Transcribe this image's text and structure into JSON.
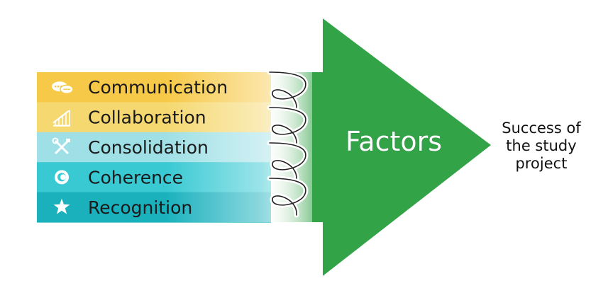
{
  "factors": [
    {
      "label": "Communication",
      "icon": "speech-bubbles-icon",
      "color": "#f7c948"
    },
    {
      "label": "Collaboration",
      "icon": "bridge-icon",
      "color": "#f5d870"
    },
    {
      "label": "Consolidation",
      "icon": "tools-icon",
      "color": "#9fe0e6"
    },
    {
      "label": "Coherence",
      "icon": "circle-target-icon",
      "color": "#38c9d3"
    },
    {
      "label": "Recognition",
      "icon": "star-icon",
      "color": "#1ab1bd"
    }
  ],
  "center_label": "Factors",
  "outcome_lines": [
    "Success of",
    "the study",
    "project"
  ],
  "colors": {
    "arrow": "#33a348",
    "arrow_light": "#a8d3b0"
  }
}
